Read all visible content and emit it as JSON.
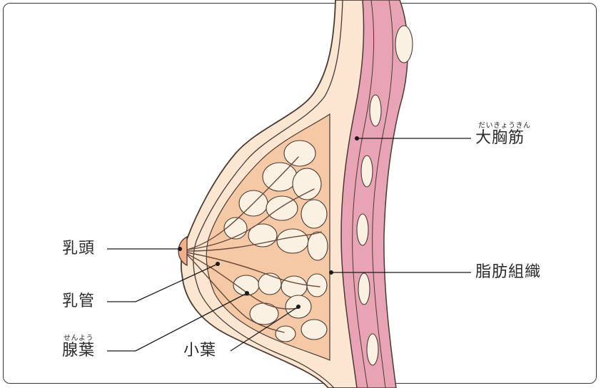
{
  "labels": {
    "nipple": "乳頭",
    "milk_duct": "乳管",
    "glandular_lobe": "腺葉",
    "glandular_lobe_reading": "せんよう",
    "lobule": "小葉",
    "pectoralis_major": "大胸筋",
    "pectoralis_major_reading": "だいきょうきん",
    "adipose_tissue": "脂肪組織"
  },
  "colors": {
    "muscle": "#e8a3b4",
    "muscle_light": "#f4cdd6",
    "skin": "#fbe6d2",
    "fat_lobe": "#fbf1e2",
    "gland_tissue": "#f6c9a6",
    "outline": "#4a3a34",
    "leader_line": "#1a1a1a"
  }
}
